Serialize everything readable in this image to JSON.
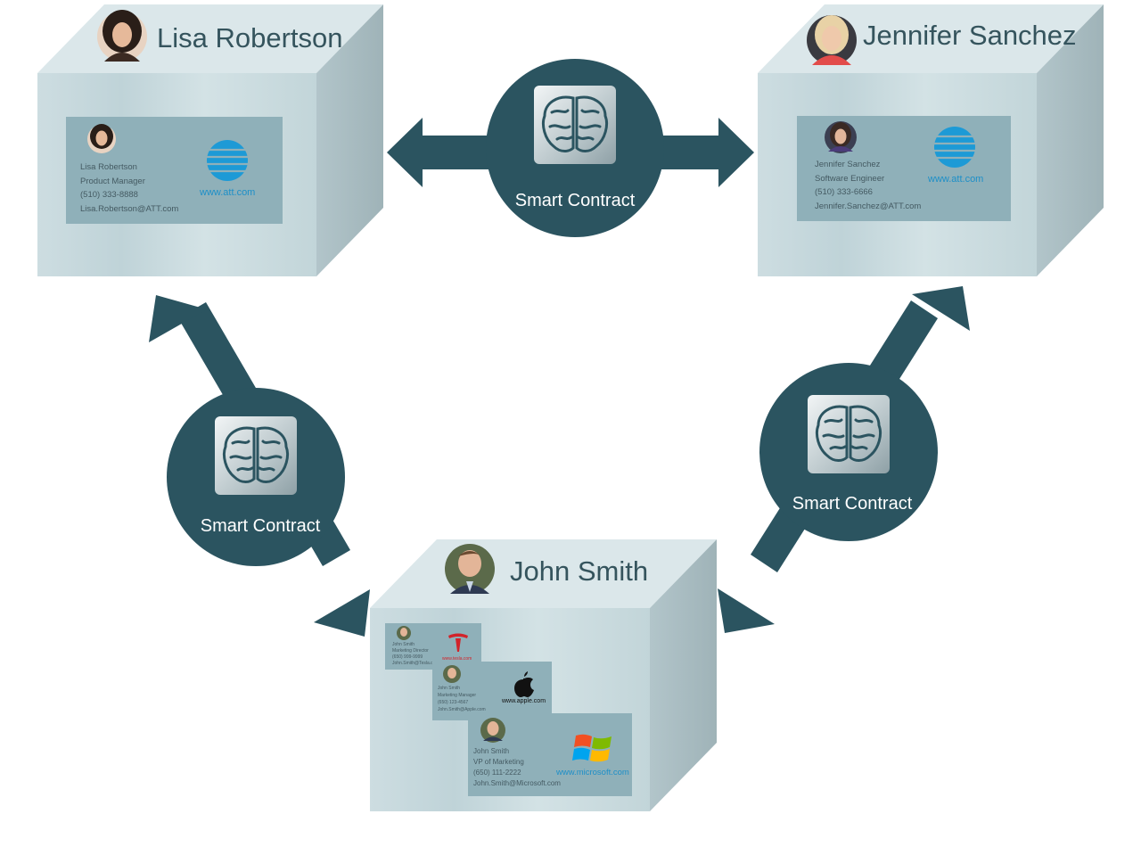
{
  "colors": {
    "arrow": "#2b5460",
    "circle": "#2b5460",
    "cube_front": "#c4d6da",
    "cube_top": "#dbe7ea",
    "cube_side": "#a9bcc1",
    "card": "#8fb0b9",
    "name_text": "#35545d",
    "url_blue": "#1d8fc8",
    "tesla_red": "#d2232a"
  },
  "contracts": [
    {
      "label": "Smart Contract",
      "icon": "brain-chip-icon"
    },
    {
      "label": "Smart Contract",
      "icon": "brain-chip-icon"
    },
    {
      "label": "Smart Contract",
      "icon": "brain-chip-icon"
    }
  ],
  "nodes": {
    "lisa": {
      "name": "Lisa Robertson",
      "card": {
        "name": "Lisa Robertson",
        "title": "Product Manager",
        "phone": "(510) 333-8888",
        "email": "Lisa.Robertson@ATT.com",
        "url": "www.att.com",
        "logo": "att-logo"
      }
    },
    "jennifer": {
      "name": "Jennifer Sanchez",
      "card": {
        "name": "Jennifer Sanchez",
        "title": "Software Engineer",
        "phone": "(510) 333-6666",
        "email": "Jennifer.Sanchez@ATT.com",
        "url": "www.att.com",
        "logo": "att-logo"
      }
    },
    "john": {
      "name": "John Smith",
      "cards": [
        {
          "name": "John Smith",
          "title": "Marketing Director",
          "phone": "(650) 999-9999",
          "email": "John.Smith@Tesla.com",
          "url": "www.tesla.com",
          "logo": "tesla-logo"
        },
        {
          "name": "John Smith",
          "title": "Marketing Manager",
          "phone": "(650) 123-4567",
          "email": "John.Smith@Apple.com",
          "url": "www.apple.com",
          "logo": "apple-logo"
        },
        {
          "name": "John Smith",
          "title": "VP of Marketing",
          "phone": "(650) 111-2222",
          "email": "John.Smith@Microsoft.com",
          "url": "www.microsoft.com",
          "logo": "windows-logo"
        }
      ]
    }
  }
}
